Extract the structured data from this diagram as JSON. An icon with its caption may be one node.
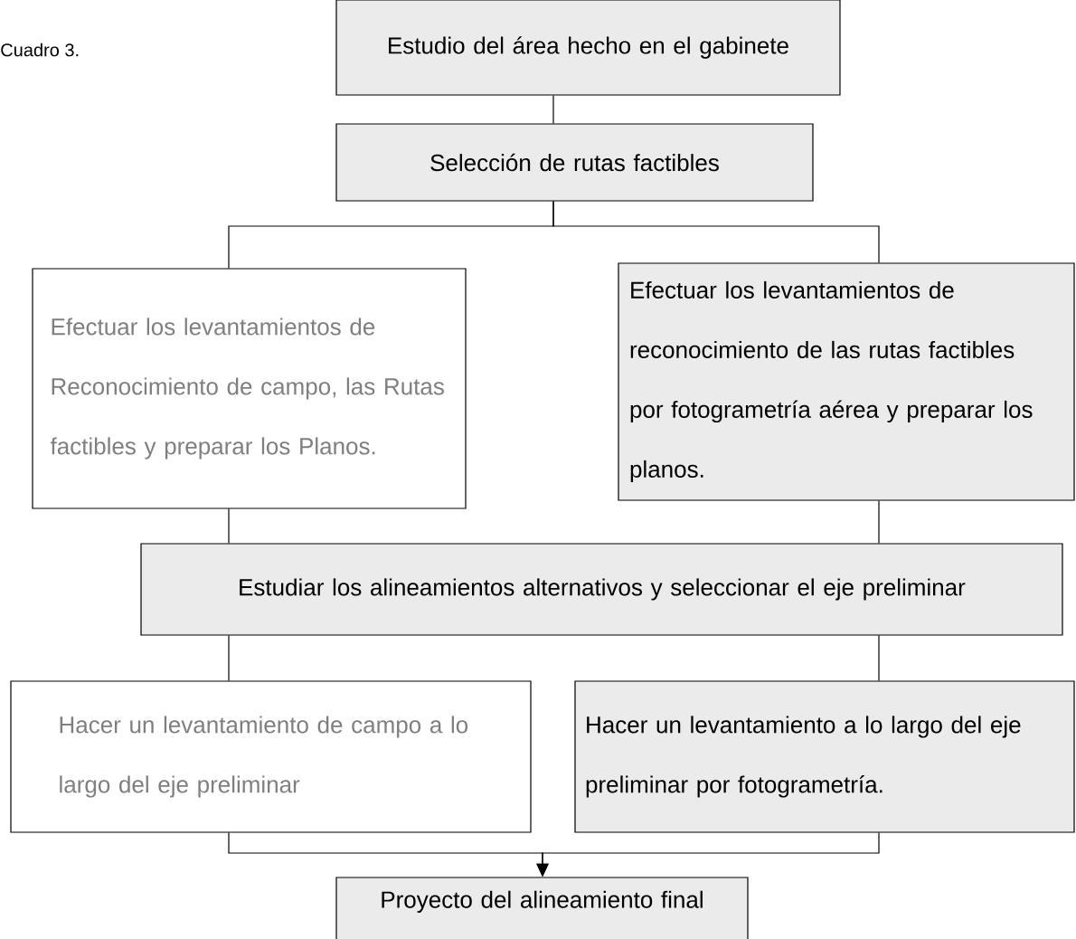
{
  "diagram": {
    "nodes": [
      {
        "text": [
          "Estudio del área hecho en el gabinete"
        ]
      },
      {
        "text": [
          "Selección de rutas factibles"
        ]
      },
      {
        "text": [
          "Efectuar los levantamientos de Reconocimiento de campo, las Rutas factibles y preparar los Planos."
        ]
      },
      {
        "text": [
          "Efectuar los levantamientos de reconocimiento de las rutas factibles por fotogrametría aérea y preparar los planos."
        ]
      },
      {
        "text": [
          "Estudiar los alineamientos alternativos y seleccionar el eje preliminar"
        ]
      },
      {
        "text": [
          "Hacer un levantamiento de campo a lo largo del eje preliminar"
        ]
      },
      {
        "text": [
          "Hacer un levantamiento a lo largo del eje preliminar por fotogrametría."
        ]
      },
      {
        "text": [
          "Proyecto del alineamiento final"
        ]
      }
    ],
    "edges": [
      {
        "from": 0,
        "to": 1,
        "arrow": "none"
      },
      {
        "from": 1,
        "to": 2,
        "arrow": "none"
      },
      {
        "from": 1,
        "to": 3,
        "arrow": "none"
      },
      {
        "from": 2,
        "to": 4,
        "arrow": "none"
      },
      {
        "from": 3,
        "to": 4,
        "arrow": "none"
      },
      {
        "from": 4,
        "to": 5,
        "arrow": "none"
      },
      {
        "from": 4,
        "to": 6,
        "arrow": "none"
      },
      {
        "from": 5,
        "to": 7,
        "arrow": "to"
      },
      {
        "from": 6,
        "to": 7,
        "arrow": "to"
      }
    ],
    "labels": [
      "Cuadro 3."
    ]
  }
}
